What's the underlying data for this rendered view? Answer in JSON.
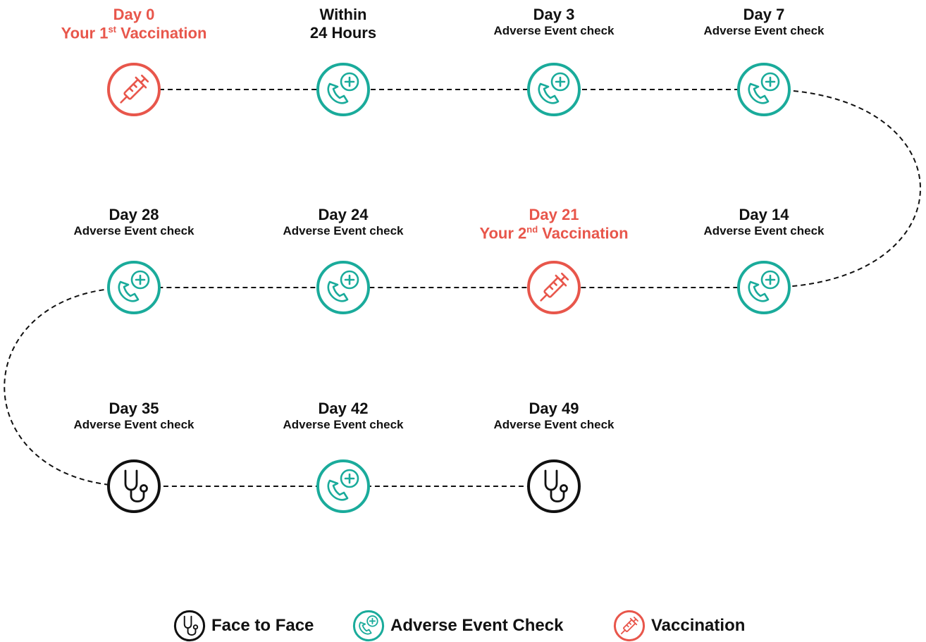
{
  "colors": {
    "vaccination": "#e8564b",
    "adverse": "#1aab9b",
    "face": "#111111",
    "path": "#111111"
  },
  "steps": [
    {
      "line1": "Day 0",
      "line2_pre": "Your 1",
      "line2_sup": "st",
      "line2_post": " Vaccination",
      "type": "vaccination"
    },
    {
      "line1": "Within",
      "line2": "24 Hours",
      "type": "adverse"
    },
    {
      "line1": "Day 3",
      "line2": "Adverse Event check",
      "type": "adverse"
    },
    {
      "line1": "Day 7",
      "line2": "Adverse Event check",
      "type": "adverse"
    },
    {
      "line1": "Day 14",
      "line2": "Adverse Event check",
      "type": "adverse"
    },
    {
      "line1": "Day 21",
      "line2_pre": "Your 2",
      "line2_sup": "nd",
      "line2_post": " Vaccination",
      "type": "vaccination"
    },
    {
      "line1": "Day 24",
      "line2": "Adverse Event check",
      "type": "adverse"
    },
    {
      "line1": "Day 28",
      "line2": "Adverse Event check",
      "type": "adverse"
    },
    {
      "line1": "Day 35",
      "line2": "Adverse Event check",
      "type": "face"
    },
    {
      "line1": "Day 42",
      "line2": "Adverse Event check",
      "type": "adverse"
    },
    {
      "line1": "Day 49",
      "line2": "Adverse Event check",
      "type": "face"
    }
  ],
  "legend": {
    "face": "Face to Face",
    "adverse": "Adverse Event Check",
    "vaccination": "Vaccination"
  }
}
